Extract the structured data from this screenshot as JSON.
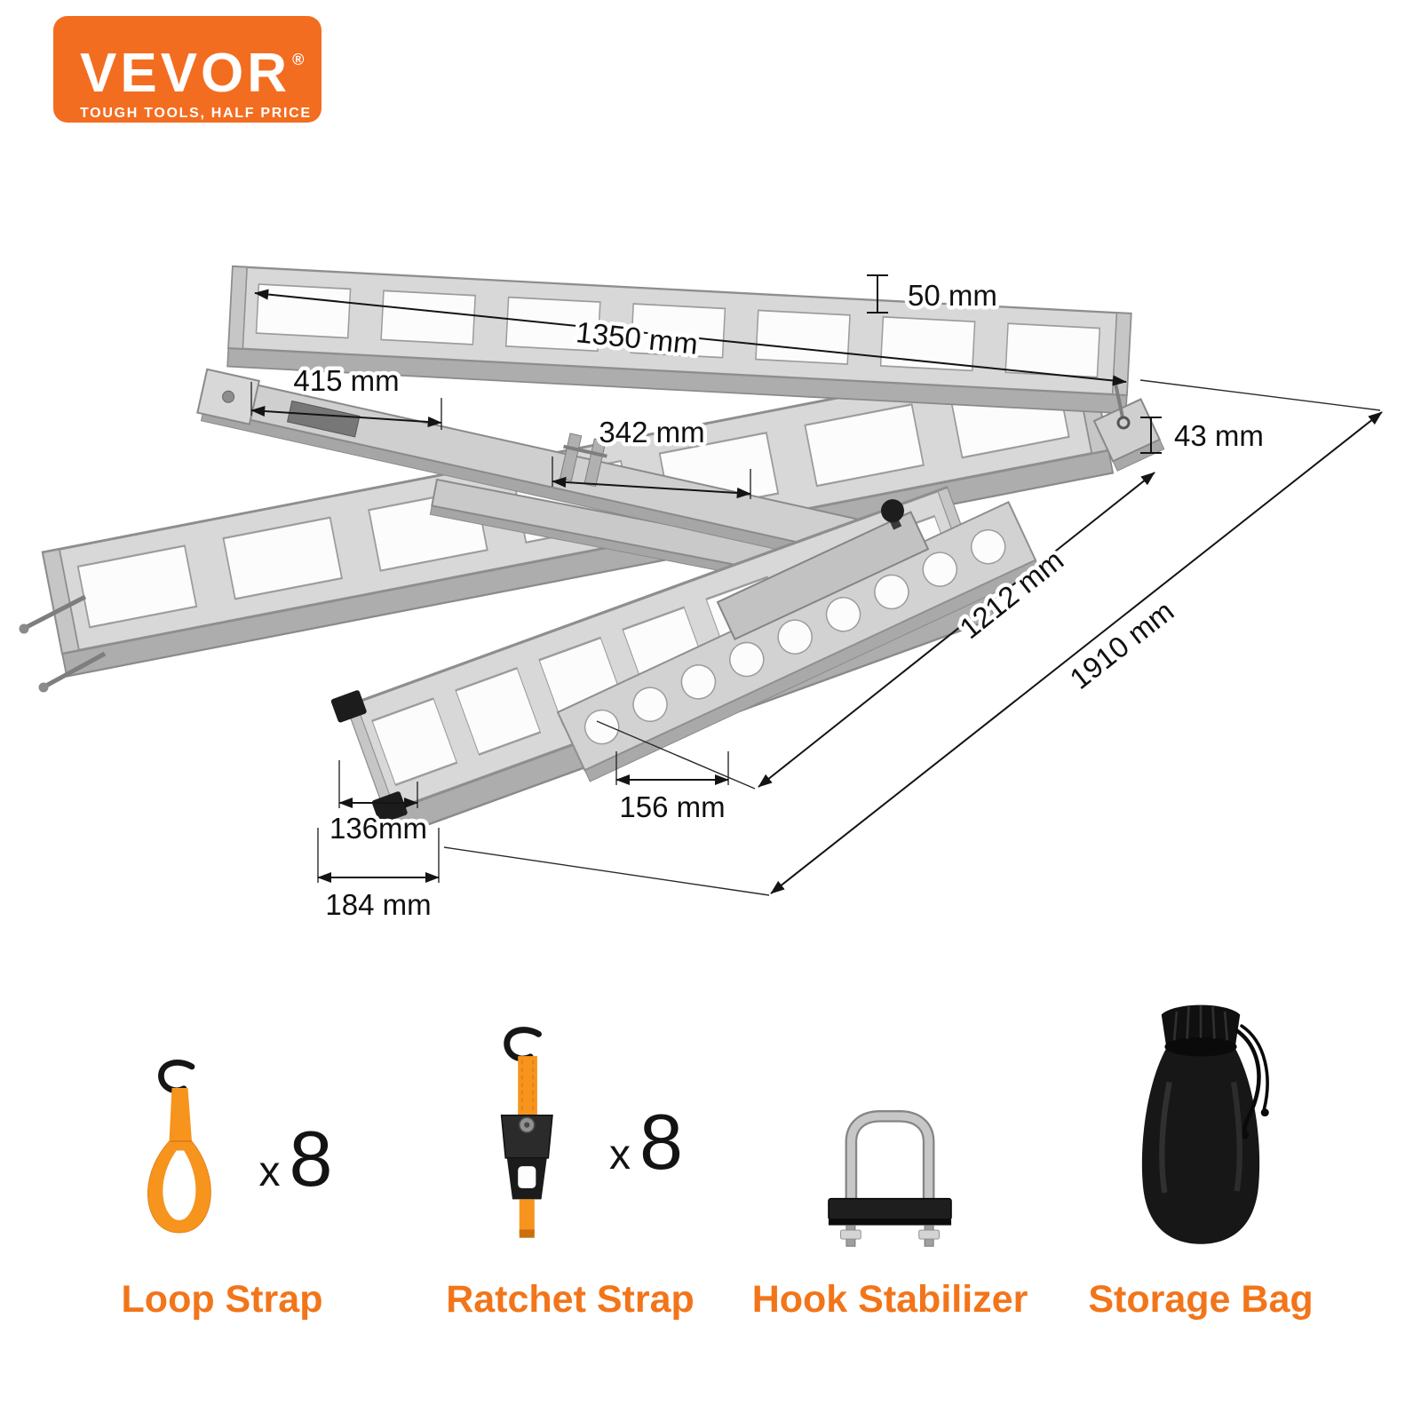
{
  "brand": {
    "name": "VEVOR",
    "registered": "®",
    "tagline": "TOUGH TOOLS, HALF PRICE"
  },
  "diagram": {
    "dims": {
      "d50": "50 mm",
      "d415": "415 mm",
      "d1350": "1350 mm",
      "d342": "342 mm",
      "d43": "43 mm",
      "d1212": "1212 mm",
      "d1910": "1910 mm",
      "d156": "156 mm",
      "d136": "136mm",
      "d184": "184 mm"
    }
  },
  "accessories": [
    {
      "label": "Loop Strap",
      "qty_prefix": "x",
      "qty_value": "8"
    },
    {
      "label": "Ratchet Strap",
      "qty_prefix": "x",
      "qty_value": "8"
    },
    {
      "label": "Hook Stabilizer"
    },
    {
      "label": "Storage Bag"
    }
  ],
  "colors": {
    "accent": "#F36D21",
    "label_orange": "#F2751A",
    "metal": "#D8D8D8",
    "metal_dark": "#ADADAD",
    "dim_line": "#141414",
    "strap_orange": "#F7941D"
  }
}
